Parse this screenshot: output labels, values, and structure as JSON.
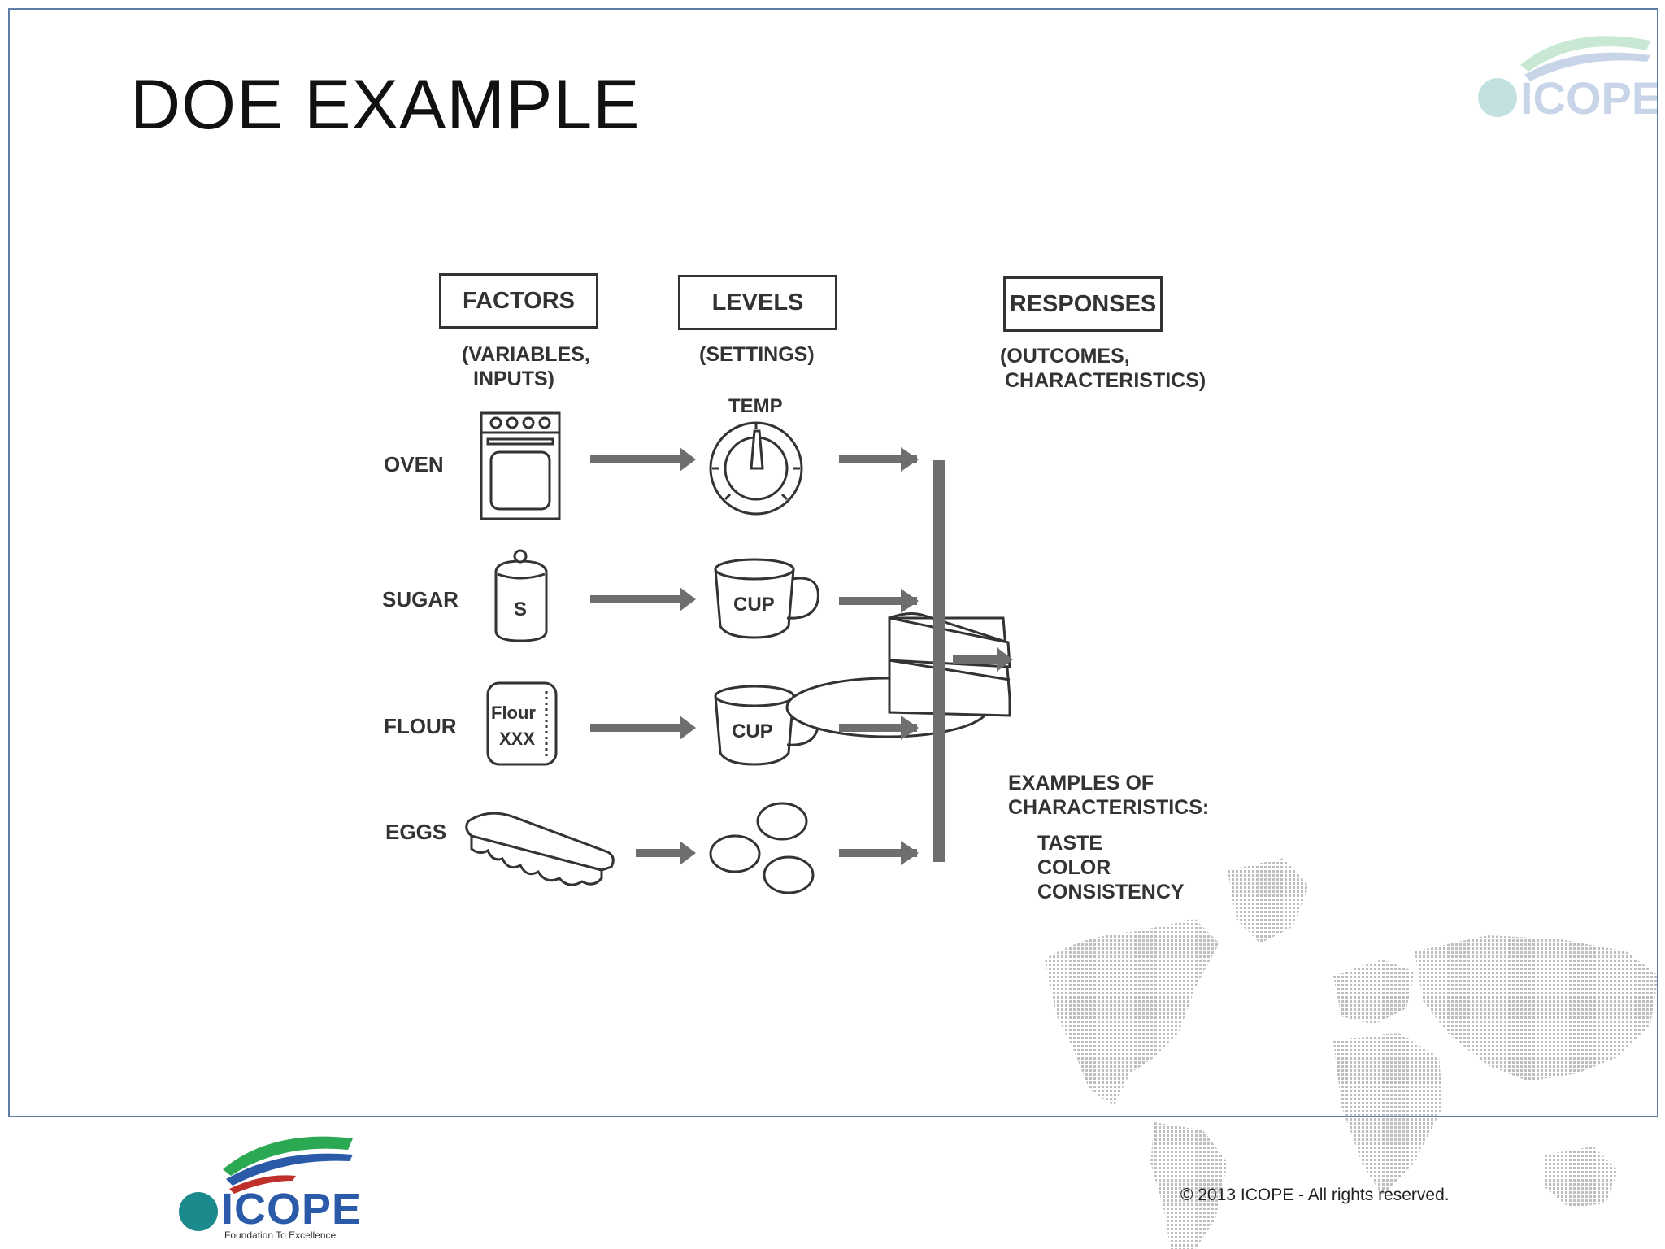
{
  "slide": {
    "title": "DOE EXAMPLE"
  },
  "headers": {
    "factors": "FACTORS",
    "factors_sub_1": "(VARIABLES,",
    "factors_sub_2": "INPUTS)",
    "levels": "LEVELS",
    "levels_sub": "(SETTINGS)",
    "responses": "RESPONSES",
    "responses_sub_1": "(OUTCOMES,",
    "responses_sub_2": "CHARACTERISTICS)"
  },
  "rows": [
    {
      "factor": "OVEN",
      "level_label": "TEMP"
    },
    {
      "factor": "SUGAR",
      "icon_text": "S",
      "level_label": "CUP"
    },
    {
      "factor": "FLOUR",
      "icon_text_1": "Flour",
      "icon_text_2": "XXX",
      "level_label": "CUP"
    },
    {
      "factor": "EGGS"
    }
  ],
  "examples": {
    "heading_1": "EXAMPLES OF",
    "heading_2": "CHARACTERISTICS:",
    "items": [
      "TASTE",
      "COLOR",
      "CONSISTENCY"
    ]
  },
  "footer": {
    "copyright": "©  2013 ICOPE - All rights reserved.",
    "logo_name": "ICOPE",
    "logo_tagline": "Foundation To Excellence"
  },
  "colors": {
    "frame": "#5b7fa6",
    "arrow": "#6e6e6e",
    "logo_teal": "#1a8a8c",
    "logo_blue": "#2a5aa8",
    "logo_green": "#2aa852",
    "logo_red": "#c0302a"
  }
}
